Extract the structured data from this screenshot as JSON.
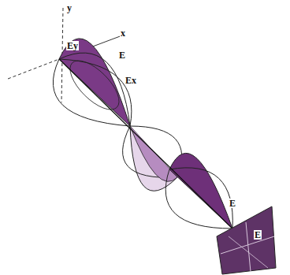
{
  "diagram": {
    "labels": [
      "y",
      "x",
      "Ey",
      "E",
      "Ex",
      "E",
      "E"
    ]
  }
}
